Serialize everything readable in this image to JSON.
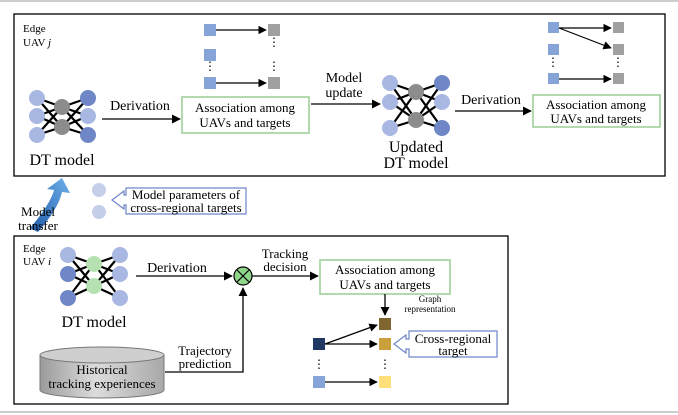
{
  "panel_j": {
    "edge_label": "Edge",
    "uav_label": "UAV",
    "uav_index": "j",
    "dt_model_label": "DT model",
    "derivation_1": "Derivation",
    "association_1": [
      "Association among",
      "UAVs and targets"
    ],
    "model_update": [
      "Model",
      "update"
    ],
    "updated_model": [
      "Updated",
      "DT model"
    ],
    "derivation_2": "Derivation",
    "association_2": [
      "Association among",
      "UAVs and targets"
    ]
  },
  "transfer": {
    "model_transfer": [
      "Model",
      "transfer"
    ],
    "params_label": [
      "Model parameters of",
      "cross-regional targets"
    ]
  },
  "panel_i": {
    "edge_label": "Edge",
    "uav_label": "UAV",
    "uav_index": "i",
    "dt_model_label": "DT model",
    "derivation": "Derivation",
    "tracking_decision": [
      "Tracking",
      "decision"
    ],
    "association": [
      "Association among",
      "UAVs and targets"
    ],
    "graph_representation": [
      "Graph",
      "representation"
    ],
    "cross_regional": [
      "Cross-regional",
      "target"
    ],
    "historical": [
      "Historical",
      "tracking experiences"
    ],
    "trajectory_prediction": [
      "Trajectory",
      "prediction"
    ]
  },
  "colors": {
    "node_light": "#a9b8e2",
    "node_dark": "#6f86c7",
    "node_gray": "#8c8c8c",
    "node_green": "#b6e2b2",
    "square_blue": "#87a4d8",
    "square_gray": "#a0a0a0",
    "square_navy": "#203864",
    "square_brown": "#7f6530",
    "square_gold": "#c9a03c",
    "square_yellow": "#ffdf7a",
    "box_border": "#9fd19a",
    "arrow_blue": "#2e6fc0",
    "multiply_green": "#8fd58a"
  }
}
